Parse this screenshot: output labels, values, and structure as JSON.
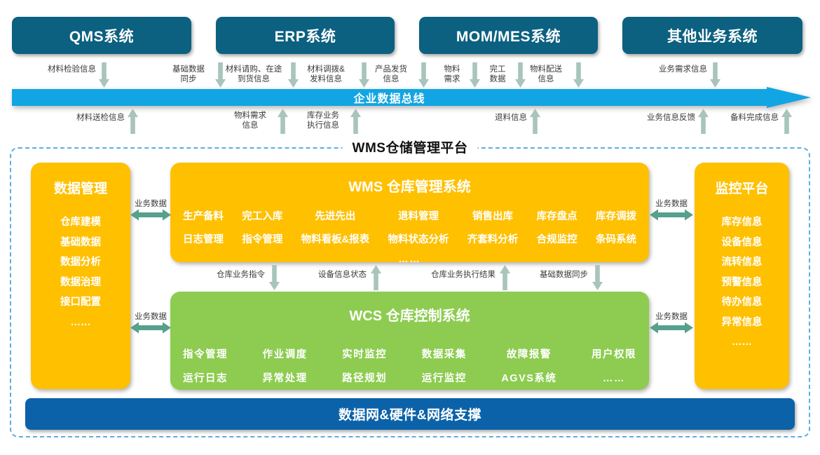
{
  "colors": {
    "system_box": "#0C6080",
    "bus": "#12A5E3",
    "orange": "#FFC000",
    "green": "#8DCC50",
    "support_bar": "#0B62A8",
    "dashed_border": "#5BAFE0",
    "flow_arrow": "#A8C4BD"
  },
  "external_systems": [
    {
      "label": "QMS系统"
    },
    {
      "label": "ERP系统"
    },
    {
      "label": "MOM/MES系统"
    },
    {
      "label": "其他业务系统"
    }
  ],
  "bus": {
    "label": "企业数据总线"
  },
  "downflows": [
    {
      "label": "材料检验信息"
    },
    {
      "label": "基础数据\n同步"
    },
    {
      "label": "材料请购、在途\n到货信息"
    },
    {
      "label": "材料调拨&\n发料信息"
    },
    {
      "label": "产品发货\n信息"
    },
    {
      "label": "物料\n需求"
    },
    {
      "label": "完工\n数据"
    },
    {
      "label": "物料配送\n信息"
    },
    {
      "label": "业务需求信息"
    }
  ],
  "upflows": [
    {
      "label": "材料送检信息"
    },
    {
      "label": "物料需求\n信息"
    },
    {
      "label": "库存业务\n执行信息"
    },
    {
      "label": "退料信息"
    },
    {
      "label": "业务信息反馈"
    },
    {
      "label": "备料完成信息"
    }
  ],
  "platform": {
    "title": "WMS仓储管理平台"
  },
  "data_management": {
    "title": "数据管理",
    "items": [
      "仓库建模",
      "基础数据",
      "数据分析",
      "数据治理",
      "接口配置",
      "……"
    ]
  },
  "monitor_platform": {
    "title": "监控平台",
    "items": [
      "库存信息",
      "设备信息",
      "流转信息",
      "预警信息",
      "待办信息",
      "异常信息",
      "……"
    ]
  },
  "wms": {
    "title": "WMS 仓库管理系统",
    "columns": [
      [
        "生产备料",
        "日志管理"
      ],
      [
        "完工入库",
        "指令管理"
      ],
      [
        "先进先出",
        "物料看板&报表"
      ],
      [
        "退料管理",
        "物料状态分析"
      ],
      [
        "销售出库",
        "齐套料分析"
      ],
      [
        "库存盘点",
        "合规监控"
      ],
      [
        "库存调拨",
        "条码系统"
      ]
    ],
    "dots": "……"
  },
  "wcs": {
    "title": "WCS 仓库控制系统",
    "columns": [
      [
        "指令管理",
        "运行日志"
      ],
      [
        "作业调度",
        "异常处理"
      ],
      [
        "实时监控",
        "路径规划"
      ],
      [
        "数据采集",
        "运行监控"
      ],
      [
        "故障报警",
        "AGVS系统"
      ],
      [
        "用户权限",
        "……"
      ]
    ]
  },
  "middle_flows": [
    {
      "label": "仓库业务指令",
      "direction": "down"
    },
    {
      "label": "设备信息状态",
      "direction": "up"
    },
    {
      "label": "仓库业务执行结果",
      "direction": "up"
    },
    {
      "label": "基础数据同步",
      "direction": "down"
    }
  ],
  "side_flows": [
    {
      "label": "业务数据"
    },
    {
      "label": "业务数据"
    },
    {
      "label": "业务数据"
    },
    {
      "label": "业务数据"
    }
  ],
  "support": {
    "label": "数据网&硬件&网络支撑"
  }
}
